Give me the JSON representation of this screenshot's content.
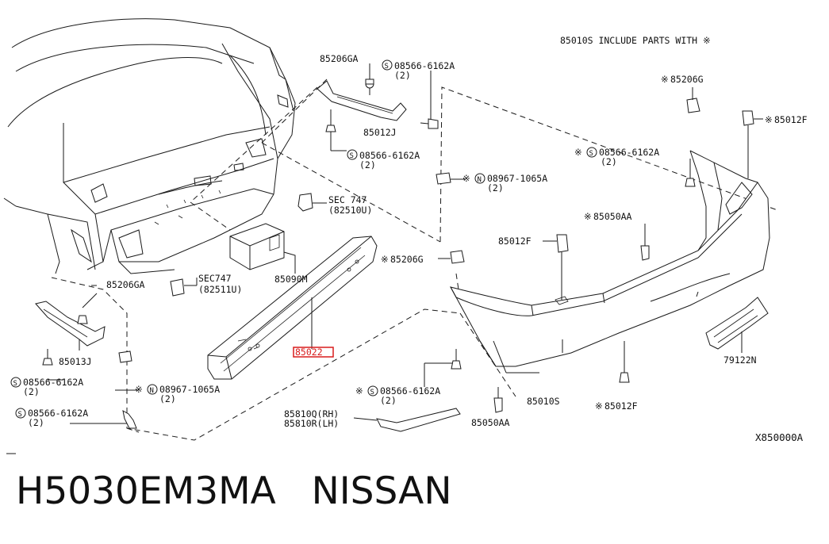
{
  "diagram": {
    "note": "85010S INCLUDE PARTS WITH ※",
    "ref_code": "X850000A",
    "labels": {
      "p85206GA_top": "85206GA",
      "s08566_top": "08566-6162A",
      "s08566_top_qty": "(2)",
      "p85012J": "85012J",
      "s08566_mid": "08566-6162A",
      "s08566_mid_qty": "(2)",
      "sec747_top": "SEC 747",
      "sec747_top_ref": "(82510U)",
      "p85090M": "85090M",
      "sec747_low": "SEC747",
      "sec747_low_ref": "(82511U)",
      "p85206GA_left": "85206GA",
      "p85013J": "85013J",
      "s08566_left1": "08566-6162A",
      "s08566_left1_qty": "(2)",
      "s08566_left2": "08566-6162A",
      "s08566_left2_qty": "(2)",
      "n08967_left": "08967-1065A",
      "n08967_left_qty": "(2)",
      "p85022": "85022",
      "n08967_right": "08967-1065A",
      "n08967_right_qty": "(2)",
      "p85206G_mid": "85206G",
      "p85206G_right": "85206G",
      "p85012F_right": "85012F",
      "s08566_right": "08566-6162A",
      "s08566_right_qty": "(2)",
      "p85050AA_mid": "85050AA",
      "p85012F_mid": "85012F",
      "s08566_bottom": "08566-6162A",
      "s08566_bottom_qty": "(2)",
      "p85810Q": "85810Q(RH)",
      "p85810R": "85810R(LH)",
      "p85050AA_bottom": "85050AA",
      "p85010S": "85010S",
      "p85012F_bottom": "85012F",
      "p79122N": "79122N"
    },
    "symbols": {
      "asterisk": "※",
      "s_circle": "S",
      "n_circle": "N"
    }
  },
  "caption": {
    "text": "H5030EM3MA   NISSAN"
  },
  "colors": {
    "ink": "#1a1a1a",
    "highlight": "#d81c1c",
    "background": "#ffffff"
  }
}
